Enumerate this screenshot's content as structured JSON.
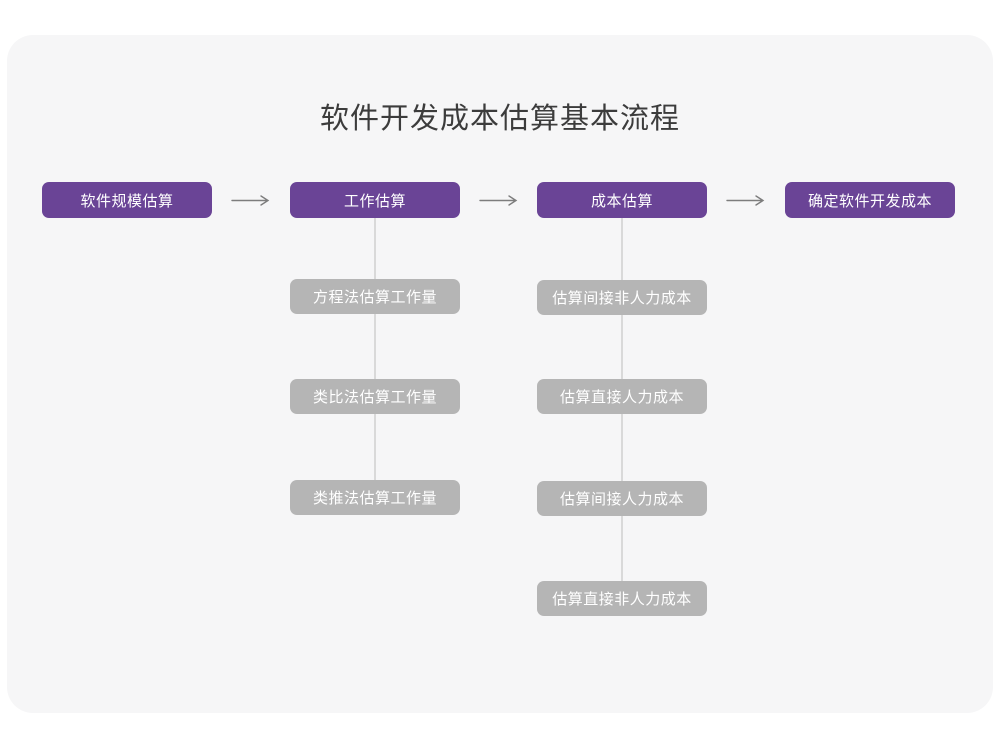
{
  "diagram": {
    "title": "软件开发成本估算基本流程",
    "main_flow": [
      {
        "label": "软件规模估算"
      },
      {
        "label": "工作估算"
      },
      {
        "label": "成本估算"
      },
      {
        "label": "确定软件开发成本"
      }
    ],
    "work_estimation_methods": [
      {
        "label": "方程法估算工作量"
      },
      {
        "label": "类比法估算工作量"
      },
      {
        "label": "类推法估算工作量"
      }
    ],
    "cost_estimation_steps": [
      {
        "label": "估算间接非人力成本"
      },
      {
        "label": "估算直接人力成本"
      },
      {
        "label": "估算间接人力成本"
      },
      {
        "label": "估算直接非人力成本"
      }
    ],
    "icons": {
      "flow_arrow": "arrow-right-icon (→)"
    },
    "colors": {
      "primary_node": "#6a4496",
      "secondary_node": "#b5b5b5",
      "connector_line": "#d9d9d9",
      "arrow": "#7d7d7d",
      "canvas_card": "#f6f6f7",
      "page_background": "#ffffff",
      "title_text": "#3c3c3c",
      "node_text": "#ffffff"
    }
  }
}
